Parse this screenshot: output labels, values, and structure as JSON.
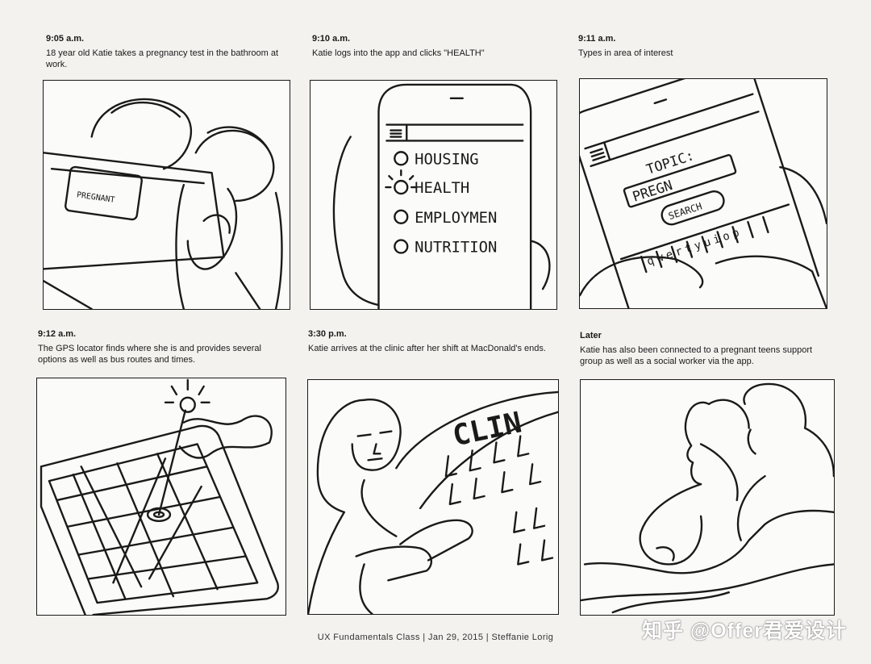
{
  "panels": [
    {
      "time": "9:05 a.m.",
      "caption": "18 year old Katie takes a pregnancy test in the bathroom at work.",
      "sketch_text": "PREGNANT"
    },
    {
      "time": "9:10 a.m.",
      "caption": "Katie logs into the app and clicks \"HEALTH\"",
      "menu": [
        "HOUSING",
        "HEALTH",
        "EMPLOYMEN",
        "NUTRITION"
      ]
    },
    {
      "time": "9:11 a.m.",
      "caption": "Types in area of interest",
      "topic_label": "TOPIC:",
      "topic_value": "PREGN",
      "search_label": "SEARCH",
      "keys": "qwertyuiop"
    },
    {
      "time": "9:12 a.m.",
      "caption": "The GPS locator finds where she is and provides several options as well as bus routes and times."
    },
    {
      "time": "3:30 p.m.",
      "caption": "Katie arrives at the clinic after her shift at MacDonald's ends.",
      "sign": "CLIN"
    },
    {
      "time": "Later",
      "caption": "Katie has also been connected to a pregnant teens support group as well as a social worker via the app."
    }
  ],
  "footer": "UX Fundamentals Class  |  Jan 29, 2015  |  Steffanie Lorig",
  "watermark": "知乎 @Offer君爱设计"
}
